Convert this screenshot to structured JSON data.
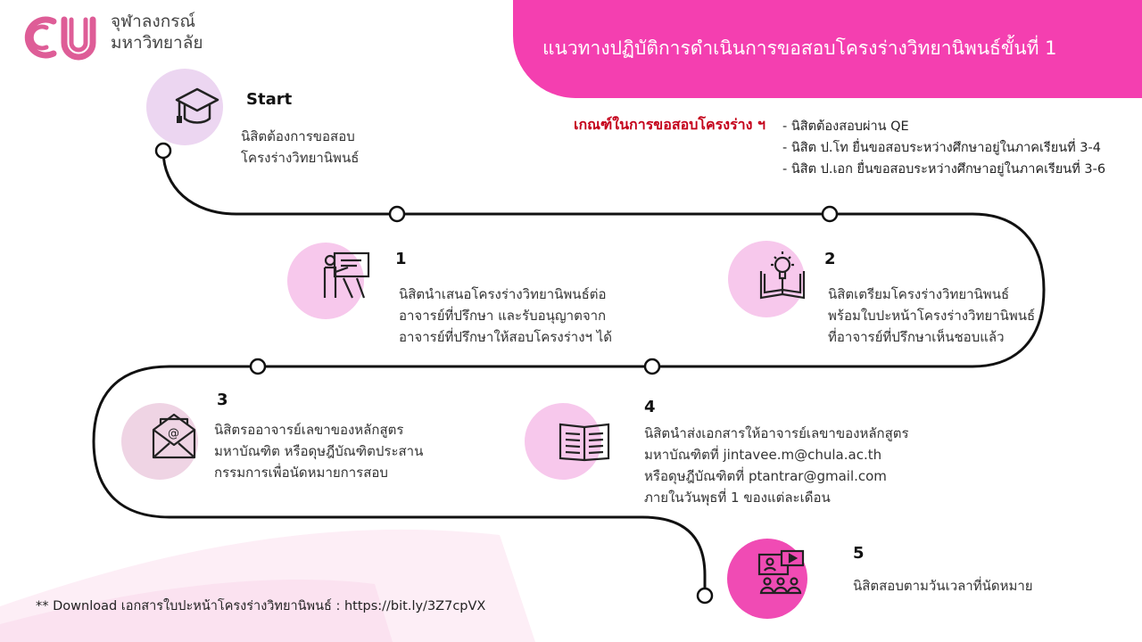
{
  "university": {
    "line1": "จุฬาลงกรณ์",
    "line2": "มหาวิทยาลัย"
  },
  "banner_title": "แนวทางปฏิบัติการดำเนินการขอสอบโครงร่างวิทยานิพนธ์ขั้นที่  1",
  "criteria": {
    "title": "เกณฑ์ในการขอสอบโครงร่าง ฯ",
    "items": [
      "- นิสิตต้องสอบผ่าน QE",
      "- นิสิต ป.โท ยื่นขอสอบระหว่างศึกษาอยู่ในภาคเรียนที่  3-4",
      "- นิสิต ป.เอก ยื่นขอสอบระหว่างศึกษาอยู่ในภาคเรียนที่  3-6"
    ]
  },
  "steps": {
    "start": {
      "label": "Start",
      "lines": [
        "นิสิตต้องการขอสอบ",
        "โครงร่างวิทยานิพนธ์"
      ]
    },
    "s1": {
      "label": "1",
      "lines": [
        "นิสิตนำเสนอโครงร่างวิทยานิพนธ์ต่อ",
        "อาจารย์ที่ปรึกษา และรับอนุญาตจาก",
        "อาจารย์ที่ปรึกษาให้สอบโครงร่างฯ ได้"
      ]
    },
    "s2": {
      "label": "2",
      "lines": [
        "นิสิตเตรียมโครงร่างวิทยานิพนธ์",
        "พร้อมใบปะหน้าโครงร่างวิทยานิพนธ์",
        "ที่อาจารย์ที่ปรึกษาเห็นชอบแล้ว"
      ]
    },
    "s3": {
      "label": "3",
      "lines": [
        "นิสิตรออาจารย์เลขาของหลักสูตร",
        "มหาบัณฑิต หรือดุษฎีบัณฑิตประสาน",
        "กรรมการเพื่อนัดหมายการสอบ"
      ]
    },
    "s4": {
      "label": "4",
      "lines": [
        "นิสิตนำส่งเอกสารให้อาจารย์เลขาของหลักสูตร",
        "มหาบัณฑิตที่ jintavee.m@chula.ac.th",
        "หรือดุษฎีบัณฑิตที่ ptantrar@gmail.com",
        "ภายในวันพุธที่ 1 ของแต่ละเดือน"
      ]
    },
    "s5": {
      "label": "5",
      "lines": [
        "นิสิตสอบตามวันเวลาที่นัดหมาย"
      ]
    }
  },
  "icons": [
    "graduation-cap-icon",
    "presentation-icon",
    "idea-book-icon",
    "email-icon",
    "open-book-icon",
    "video-meeting-icon"
  ],
  "footnote": "** Download เอกสารใบปะหน้าโครงร่างวิทยานิพนธ์ : https://bit.ly/3Z7cpVX",
  "colors": {
    "banner": "#f43fb0",
    "criteria_title": "#c4001a",
    "circle_light": "#f7c8ec",
    "circle_lavender": "#ecd6f1",
    "circle_hot": "#f04bb4",
    "logo": "#de5d97"
  }
}
